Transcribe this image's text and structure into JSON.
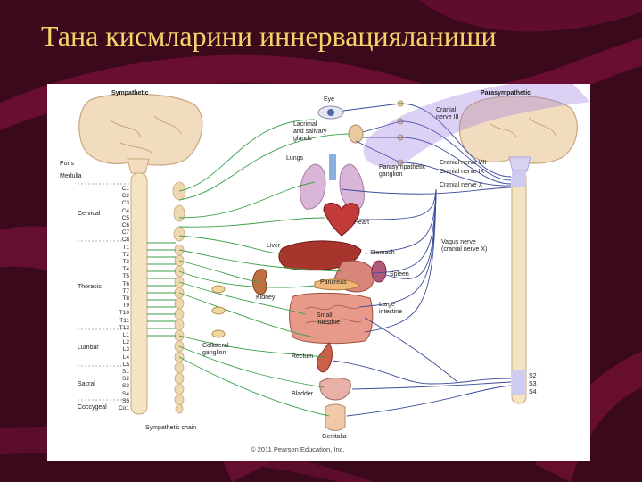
{
  "slide": {
    "title": "Тана кисмларини иннервацияланиши",
    "colors": {
      "background": "#3a0a1c",
      "stripe": "#8a1240",
      "title": "#f4d36a",
      "figure_bg": "#ffffff"
    }
  },
  "diagram": {
    "sympathetic_title": "Sympathetic",
    "parasympathetic_title": "Parasympathetic",
    "brain_labels": {
      "pons": "Pons",
      "medulla": "Medulla"
    },
    "regions": [
      "Cervical",
      "Thoracic",
      "Lumbar",
      "Sacral",
      "Coccygeal"
    ],
    "segments": [
      "C1",
      "C2",
      "C3",
      "C4",
      "C5",
      "C6",
      "C7",
      "C8",
      "T1",
      "T2",
      "T3",
      "T4",
      "T5",
      "T6",
      "T7",
      "T8",
      "T9",
      "T10",
      "T11",
      "T12",
      "L1",
      "L2",
      "L3",
      "L4",
      "L5",
      "S1",
      "S2",
      "S3",
      "S4",
      "S5",
      "Co1"
    ],
    "organs": {
      "eye": "Eye",
      "lacrimal": "Lacrimal\nand salivary\nglands",
      "lungs": "Lungs",
      "heart": "Heart",
      "liver": "Liver",
      "stomach": "Stomach",
      "spleen": "Spleen",
      "pancreas": "Pancreas",
      "kidney": "Kidney",
      "large_intestine": "Large\nintestine",
      "small_intestine": "Small\nintestine",
      "rectum": "Rectum",
      "bladder": "Bladder",
      "genitalia": "Genitalia"
    },
    "ganglia": {
      "parasympathetic": "Parasympathetic\nganglion",
      "collateral": "Collateral\nganglion",
      "chain": "Sympathetic chain"
    },
    "nerves": {
      "cn3": "Cranial\nnerve III",
      "cn7": "Cranial nerve VII",
      "cn9": "Cranial nerve IX",
      "cn10": "Cranial nerve X",
      "vagus": "Vagus nerve\n(cranial nerve X)"
    },
    "sacral_outputs": [
      "S2",
      "S3",
      "S4"
    ],
    "copyright": "© 2011 Pearson Education, Inc.",
    "colors": {
      "sympathetic": "#3aa048",
      "parasympathetic": "#3a4a9a",
      "spinal_cord": "#f3e4c4",
      "brain": "#f1dcc0"
    }
  }
}
